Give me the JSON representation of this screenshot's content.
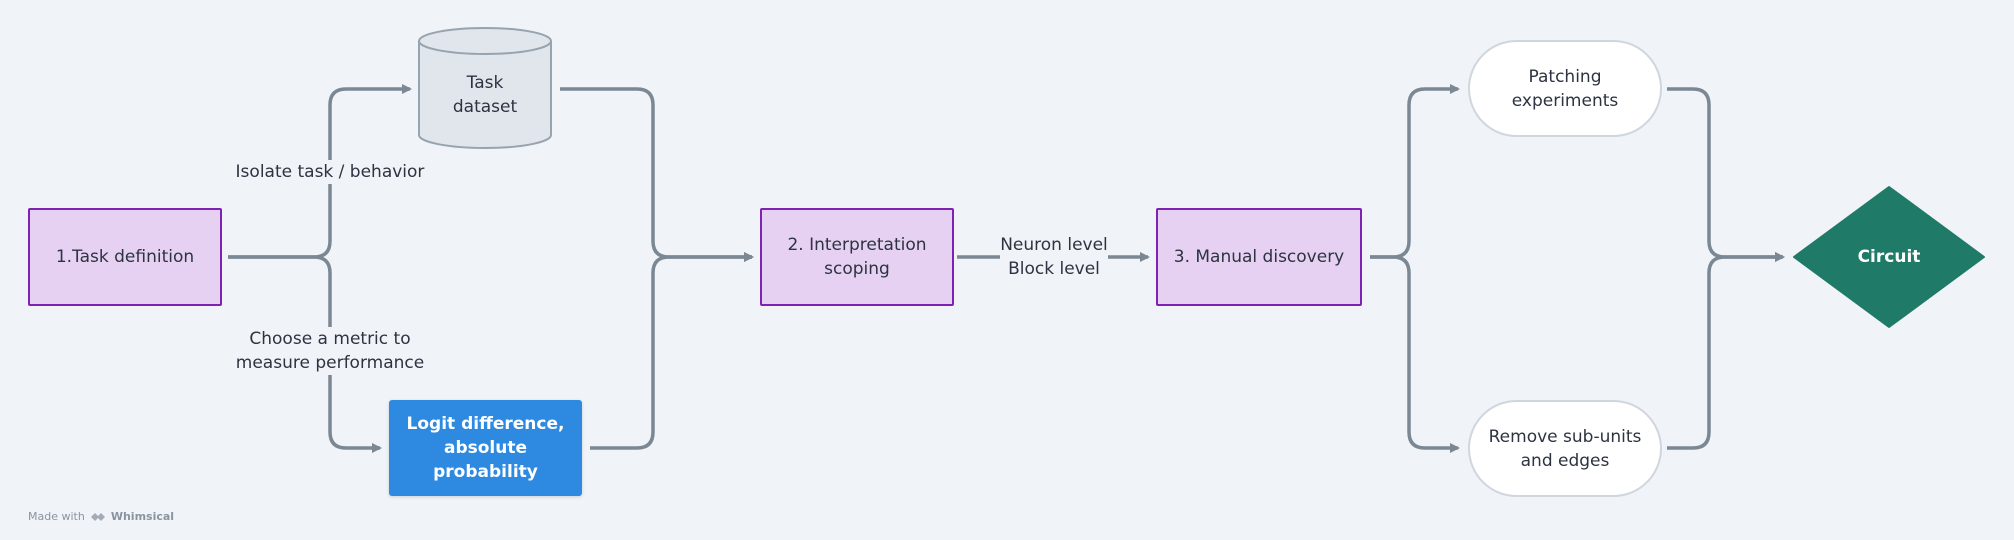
{
  "nodes": {
    "task_definition": "1.Task definition",
    "task_dataset": "Task\ndataset",
    "logit_difference": "Logit difference,\nabsolute probability",
    "interpretation_scoping": "2.  Interpretation\nscoping",
    "manual_discovery": "3.  Manual discovery",
    "patching_experiments": "Patching\nexperiments",
    "remove_subunits": "Remove sub-units\nand edges",
    "circuit": "Circuit"
  },
  "edge_labels": {
    "isolate_task": "Isolate task / behavior",
    "choose_metric": "Choose a metric to\nmeasure performance",
    "granularity": "Neuron level\nBlock level"
  },
  "watermark": {
    "made_with": "Made with",
    "brand": "Whimsical"
  },
  "colors": {
    "edge": "#7b8894",
    "process_fill": "#e6d1f3",
    "process_border": "#7e22b4",
    "metric_fill": "#2e8ae0",
    "circuit_fill": "#1f7a68",
    "dataset_fill": "#e1e6ec"
  }
}
